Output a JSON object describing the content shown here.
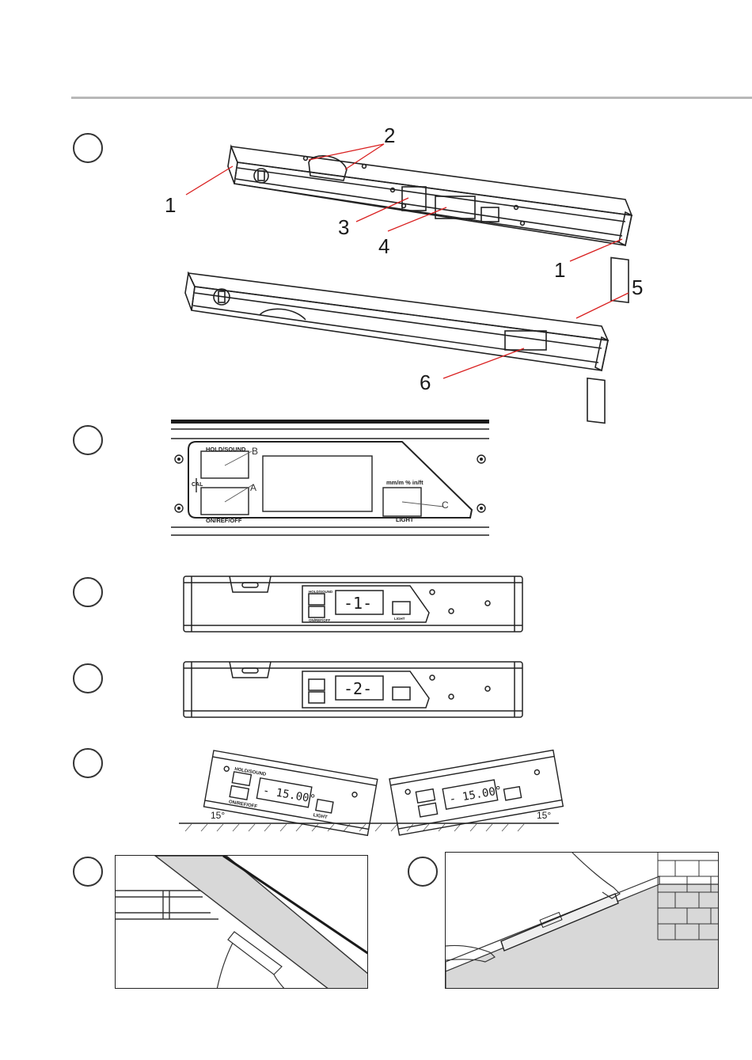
{
  "colors": {
    "callout_line": "#d92020",
    "ink": "#1a1a1a",
    "rule": "#b8b8b8"
  },
  "fig1": {
    "callouts": [
      "1",
      "2",
      "3",
      "4",
      "1",
      "5",
      "6"
    ]
  },
  "fig2": {
    "hold_sound": "HOLD/SOUND",
    "cal": "CAL",
    "on_ref_off": "ON/REF/OFF",
    "units": "mm/m % in/ft",
    "light": "LIGHT",
    "letter_a": "A",
    "letter_b": "B",
    "letter_c": "C"
  },
  "fig3": {
    "display": "-1-"
  },
  "fig4": {
    "display": "-2-"
  },
  "fig5": {
    "left_display": "- 15.00°",
    "right_display": "- 15.00°",
    "left_angle": "15°",
    "right_angle": "15°",
    "hold_sound": "HOLD/SOUND",
    "on_ref_off": "ON/REF/OFF",
    "light": "LIGHT"
  }
}
